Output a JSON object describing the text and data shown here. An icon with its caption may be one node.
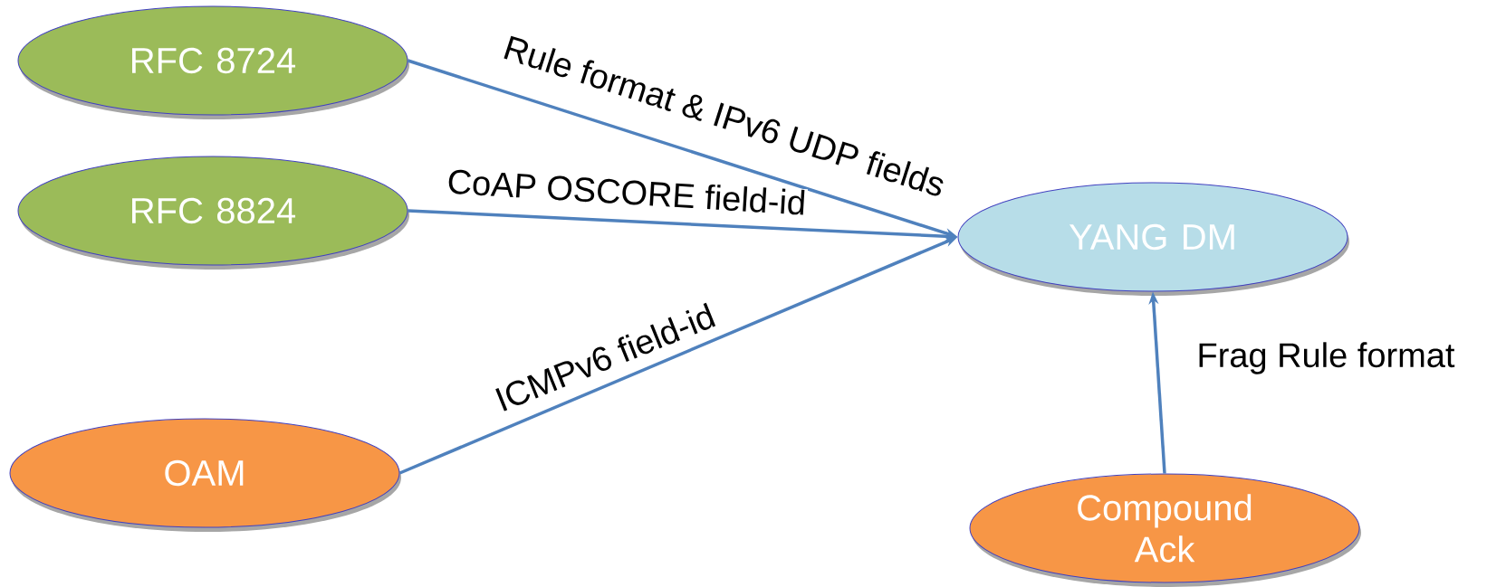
{
  "diagram": {
    "nodes": [
      {
        "text": [
          "RFC 8724"
        ]
      },
      {
        "text": [
          "RFC 8824"
        ]
      },
      {
        "text": [
          "OAM"
        ]
      },
      {
        "text": [
          "YANG DM"
        ]
      },
      {
        "text": [
          "Compound Ack"
        ]
      }
    ],
    "edges": [
      {
        "from": 0,
        "to": 3,
        "arrow": "to",
        "label": "Rule format & IPv6 UDP fields"
      },
      {
        "from": 1,
        "to": 3,
        "arrow": "to",
        "label": "CoAP OSCORE field-id"
      },
      {
        "from": 2,
        "to": 3,
        "arrow": "to",
        "label": "ICMPv6 field-id"
      },
      {
        "from": 4,
        "to": 3,
        "arrow": "to",
        "label": "Frag Rule format"
      }
    ]
  }
}
